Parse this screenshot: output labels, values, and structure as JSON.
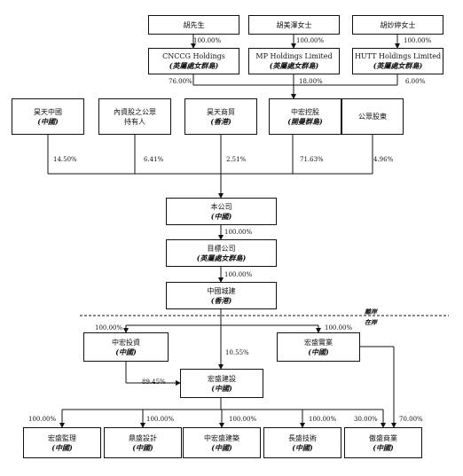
{
  "entities": {
    "hu_xiansheng": {
      "name": "胡先生",
      "sub": ""
    },
    "hu_meize": {
      "name": "胡美澤女士",
      "sub": ""
    },
    "hu_miaoting": {
      "name": "胡妙婷女士",
      "sub": ""
    },
    "cnccg": {
      "name": "CNCCG Holdings",
      "sub": "(英屬處女群島)"
    },
    "mp": {
      "name": "MP Holdings Limited",
      "sub": "(英屬處女群島)"
    },
    "hutt": {
      "name": "HUTT Holdings Limited",
      "sub": "(英屬處女群島)"
    },
    "haotian_cn": {
      "name": "昊天中國",
      "sub": "(中國)"
    },
    "domestic": {
      "name": "內資股之公眾\n持有人",
      "sub": ""
    },
    "haotian_trade": {
      "name": "昊天商貿",
      "sub": "(香港)"
    },
    "zhonghong": {
      "name": "中宏控股",
      "sub": "(開曼群島)"
    },
    "public": {
      "name": "公眾股東",
      "sub": ""
    },
    "company": {
      "name": "本公司",
      "sub": "(中國)"
    },
    "target": {
      "name": "目標公司",
      "sub": "(英屬處女群島)"
    },
    "china_city": {
      "name": "中國城建",
      "sub": "(香港)"
    },
    "zh_invest": {
      "name": "中宏投資",
      "sub": "(中國)"
    },
    "hs_industry": {
      "name": "宏盛實業",
      "sub": "(中國)"
    },
    "hs_construction": {
      "name": "宏盛建設",
      "sub": "(中國)"
    },
    "hs_supervision": {
      "name": "宏盛監理",
      "sub": "(中國)"
    },
    "ds_design": {
      "name": "鼎盛設計",
      "sub": "(中國)"
    },
    "zh_hs_arch": {
      "name": "中宏盛建築",
      "sub": "(中國)"
    },
    "cs_tech": {
      "name": "長盛技術",
      "sub": "(中國)"
    },
    "jsc_commerce": {
      "name": "傲盛商業",
      "sub": "(中國)"
    }
  },
  "percentages": {
    "hu_cnccg": "100.00%",
    "meize_mp": "100.00%",
    "miaoting_hutt": "100.00%",
    "cnccg_zh": "76.00%",
    "mp_zh": "18.00%",
    "hutt_zh": "6.00%",
    "haotian_cn": "14.50%",
    "domestic": "6.41%",
    "haotian_trade": "2.51%",
    "zhonghong": "71.63%",
    "public": "4.96%",
    "company_target": "100.00%",
    "target_city": "100.00%",
    "city_zhinvest": "100.00%",
    "city_hsind": "100.00%",
    "city_hscons": "10.55%",
    "zhinvest_hscons": "89.45%",
    "sub_supervision": "100.00%",
    "sub_design": "100.00%",
    "sub_arch": "100.00%",
    "sub_tech": "100.00%",
    "hscons_jsc": "30.00%",
    "hsind_jsc": "70.00%"
  },
  "tags": {
    "offshore": "離岸",
    "onshore": "在岸"
  }
}
